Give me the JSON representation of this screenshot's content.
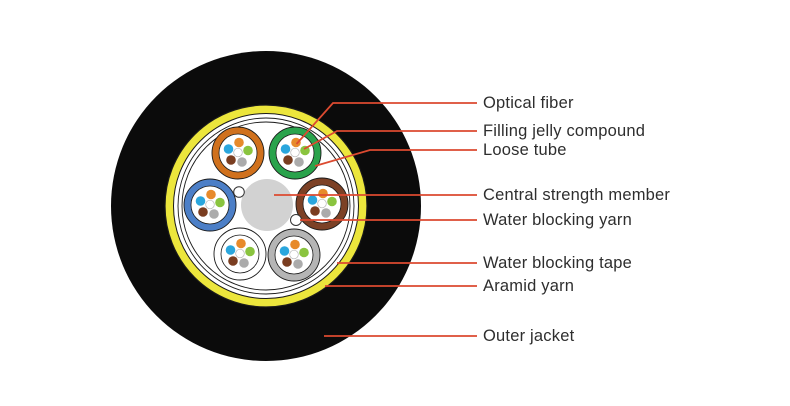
{
  "labels": [
    {
      "text": "Optical fiber"
    },
    {
      "text": "Filling jelly compound"
    },
    {
      "text": "Loose tube"
    },
    {
      "text": "Central strength member"
    },
    {
      "text": "Water blocking yarn"
    },
    {
      "text": "Water blocking tape"
    },
    {
      "text": "Aramid yarn"
    },
    {
      "text": "Outer jacket"
    }
  ],
  "colors": {
    "background": "#ffffff",
    "leader_line": "#dc4a30",
    "label_text": "#2e2e2e",
    "outer_jacket": "#0b0b0b",
    "aramid_yarn_ring": "#ece63c",
    "ring_outline": "#1a1a1a",
    "inner_area": "#ffffff",
    "central_strength_member": "#d2d2d2",
    "water_blocking_yarn_dot": "#ffffff",
    "yarn_dot_outline": "#333333"
  },
  "tube_colors": {
    "orange": "#d0711d",
    "green": "#2aa34c",
    "blue": "#4c7fc7",
    "brown": "#7c4126",
    "gray": "#b5b5b5",
    "white": "#ffffff"
  },
  "fiber_colors": {
    "blue": "#2aa6dd",
    "orange": "#e78a2b",
    "green": "#8ac43f",
    "brown": "#7a3d20",
    "gray": "#ababab",
    "center": "#ffffff"
  }
}
